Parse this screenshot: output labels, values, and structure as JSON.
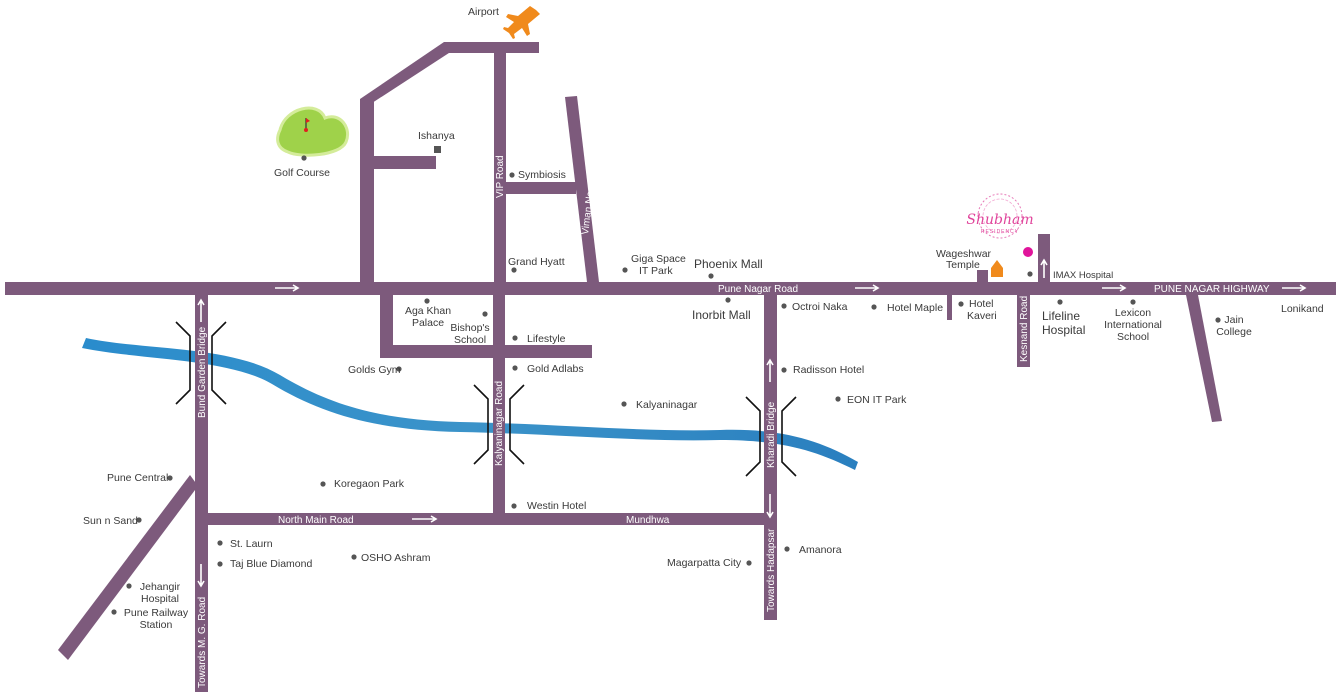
{
  "colors": {
    "road": "#7d5a7c",
    "river": "#2f86c4",
    "golf": "#9fd24a",
    "airport": "#f08a1c",
    "temple": "#f08a1c",
    "brand": "#e0449b"
  },
  "brand": {
    "name": "Shubham",
    "tagline": "RESIDENCY"
  },
  "roads": {
    "vip": "VIP Road",
    "viman_nagar": "Viman Nagar Road",
    "pune_nagar": "Pune Nagar Road",
    "pune_nagar_highway": "PUNE  NAGAR HIGHWAY",
    "bund_garden_bridge": "Bund Garden Bridge",
    "kalyaninagar": "Kalyaninagar Road",
    "kharadi_bridge": "Kharadi Bridge",
    "kesnand": "Kesnand Road",
    "north_main": "North Main Road",
    "mundhwa": "Mundhwa",
    "towards_mg": "Towards M. G. Road",
    "towards_hadapsar": "Towards Hadapsar"
  },
  "places": {
    "airport": "Airport",
    "golf_course": "Golf Course",
    "ishanya": "Ishanya",
    "symbiosis": "Symbiosis",
    "grand_hyatt": "Grand Hyatt",
    "giga_space_1": "Giga Space",
    "giga_space_2": "IT Park",
    "phoenix_mall": "Phoenix Mall",
    "inorbit_mall": "Inorbit Mall",
    "wageshwar_1": "Wageshwar",
    "wageshwar_2": "Temple",
    "imax": "IMAX Hospital",
    "aga_khan_1": "Aga Khan",
    "aga_khan_2": "Palace",
    "bishops_1": "Bishop's",
    "bishops_2": "School",
    "lifestyle": "Lifestyle",
    "golds_gym": "Golds Gym",
    "gold_adlabs": "Gold Adlabs",
    "kalyaninagar": "Kalyaninagar",
    "octroi_naka": "Octroi Naka",
    "hotel_maple": "Hotel Maple",
    "hotel_kaveri_1": "Hotel",
    "hotel_kaveri_2": "Kaveri",
    "lifeline_1": "Lifeline",
    "lifeline_2": "Hospital",
    "lexicon_1": "Lexicon",
    "lexicon_2": "International",
    "lexicon_3": "School",
    "jain_1": "Jain",
    "jain_2": "College",
    "lonikand": "Lonikand",
    "radisson": "Radisson Hotel",
    "eon": "EON IT Park",
    "pune_central": "Pune Central",
    "koregaon_park": "Koregaon Park",
    "westin": "Westin Hotel",
    "sun_n_sand": "Sun n Sand",
    "st_laurn": "St. Laurn",
    "taj_blue": "Taj Blue Diamond",
    "osho": "OSHO Ashram",
    "magarpatta": "Magarpatta City",
    "amanora": "Amanora",
    "jehangir_1": "Jehangir",
    "jehangir_2": "Hospital",
    "pune_railway_1": "Pune Railway",
    "pune_railway_2": "Station"
  }
}
